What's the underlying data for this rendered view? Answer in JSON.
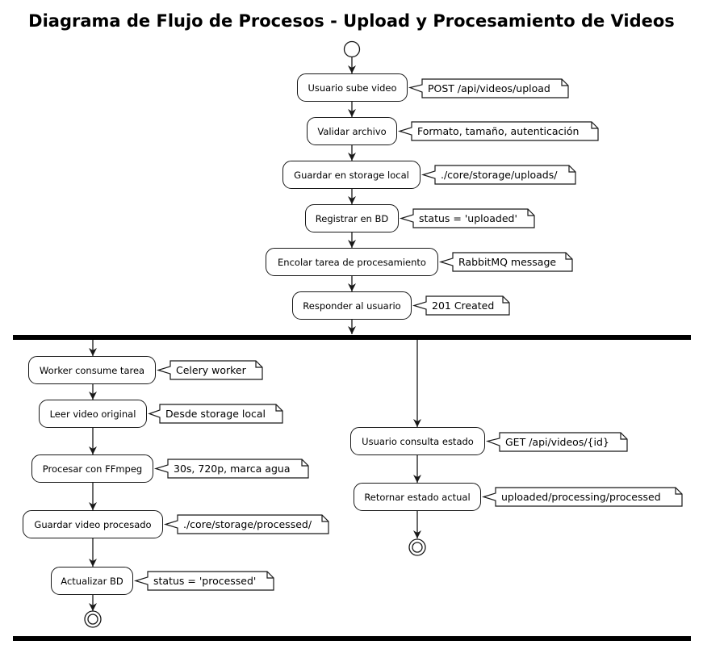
{
  "title": "Diagrama de Flujo de Procesos - Upload y Procesamiento de Videos",
  "main_flow": [
    {
      "activity": "Usuario sube video",
      "note": "POST /api/videos/upload"
    },
    {
      "activity": "Validar archivo",
      "note": "Formato, tamaño, autenticación"
    },
    {
      "activity": "Guardar en storage local",
      "note": "./core/storage/uploads/"
    },
    {
      "activity": "Registrar en BD",
      "note": "status = 'uploaded'"
    },
    {
      "activity": "Encolar tarea de procesamiento",
      "note": "RabbitMQ message"
    },
    {
      "activity": "Responder al usuario",
      "note": "201 Created"
    }
  ],
  "worker_branch": [
    {
      "activity": "Worker consume tarea",
      "note": "Celery worker"
    },
    {
      "activity": "Leer video original",
      "note": "Desde storage local"
    },
    {
      "activity": "Procesar con FFmpeg",
      "note": "30s, 720p, marca agua"
    },
    {
      "activity": "Guardar video procesado",
      "note": "./core/storage/processed/"
    },
    {
      "activity": "Actualizar BD",
      "note": "status = 'processed'"
    }
  ],
  "status_branch": [
    {
      "activity": "Usuario consulta estado",
      "note": "GET /api/videos/{id}"
    },
    {
      "activity": "Retornar estado actual",
      "note": "uploaded/processing/processed"
    }
  ]
}
